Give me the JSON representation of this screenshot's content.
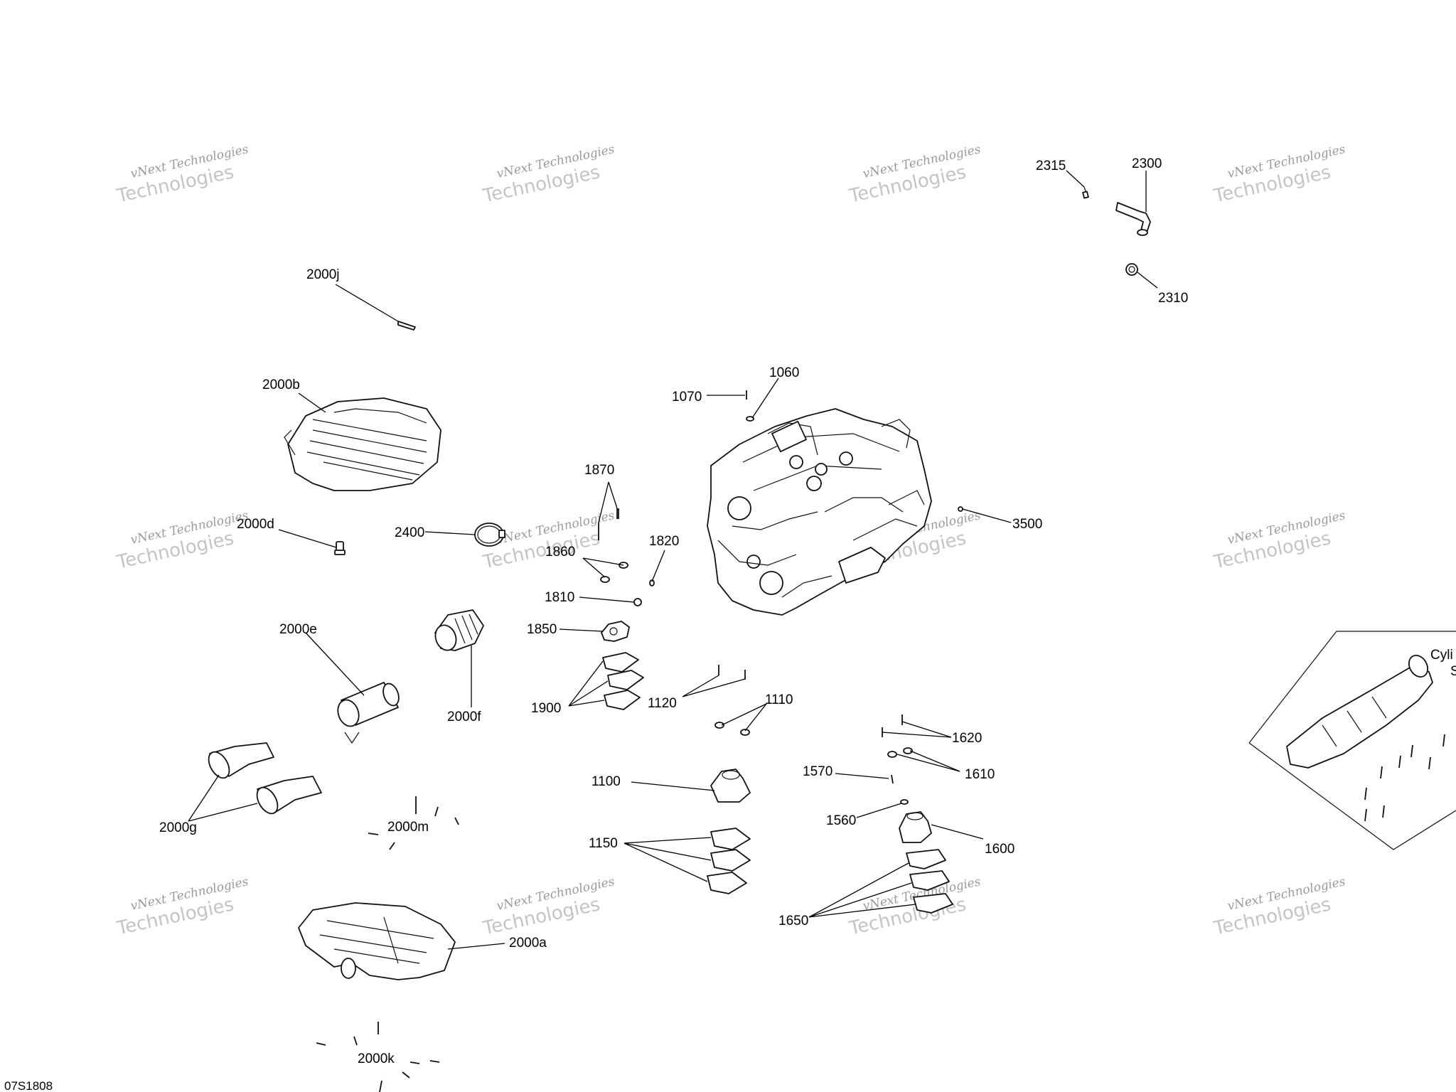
{
  "reference_code": "07S1808",
  "watermark": {
    "line1": "vNext Technologies",
    "line2": "Technologies"
  },
  "inset": {
    "label_fragment_1": "Cyli",
    "label_fragment_2": "S"
  },
  "callouts": {
    "c2315": "2315",
    "c2300": "2300",
    "c2310": "2310",
    "c2000j": "2000j",
    "c2000b": "2000b",
    "c2000d": "2000d",
    "c2400": "2400",
    "c1870": "1870",
    "c1860": "1860",
    "c1820": "1820",
    "c1810": "1810",
    "c1850": "1850",
    "c1060": "1060",
    "c1070": "1070",
    "c3500": "3500",
    "c2000e": "2000e",
    "c2000f": "2000f",
    "c1900": "1900",
    "c1120": "1120",
    "c1110": "1110",
    "c2000g": "2000g",
    "c1100": "1100",
    "c1620": "1620",
    "c1610": "1610",
    "c1570": "1570",
    "c1560": "1560",
    "c1600": "1600",
    "c2000m": "2000m",
    "c1150": "1150",
    "c1650": "1650",
    "c2000a": "2000a",
    "c2000k": "2000k"
  }
}
